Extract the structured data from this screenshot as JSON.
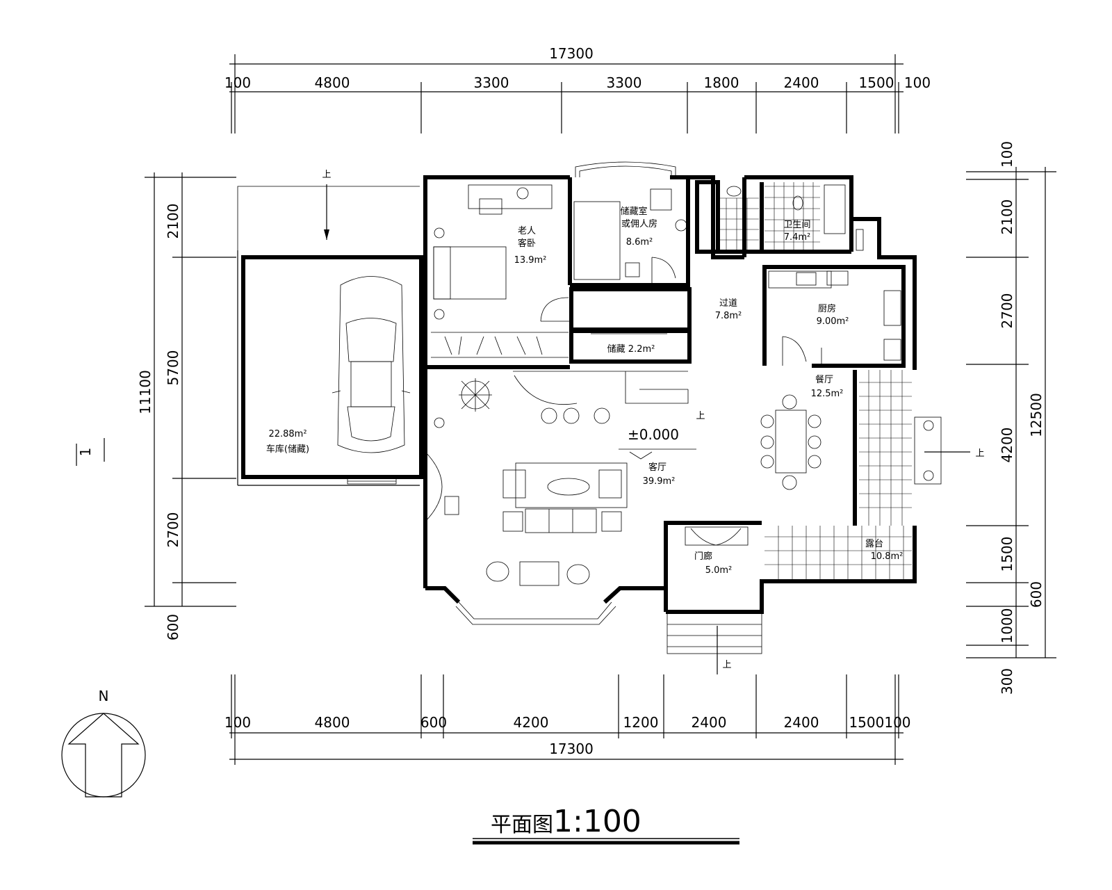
{
  "dimensions": {
    "top_total": "17300",
    "top_segments": [
      "100",
      "4800",
      "3300",
      "3300",
      "1800",
      "2400",
      "1500",
      "100"
    ],
    "bottom_total": "17300",
    "bottom_segments": [
      "100",
      "4800",
      "600",
      "4200",
      "1200",
      "2400",
      "2400",
      "1500100"
    ],
    "left_total": "11100",
    "left_segments": [
      "2100",
      "5700",
      "2700",
      "600"
    ],
    "right_total": "12500",
    "right_segments": [
      "100",
      "2100",
      "2700",
      "4200",
      "1500",
      "1000",
      "300",
      "600"
    ]
  },
  "rooms": {
    "elder_bedroom": {
      "name1": "老人",
      "name2": "客卧",
      "area": "13.9m²"
    },
    "storage_room": {
      "name1": "储藏室",
      "name2": "或佣人房",
      "area": "8.6m²"
    },
    "bathroom": {
      "name": "卫生间",
      "area": "7.4m²"
    },
    "corridor": {
      "name": "过道",
      "area": "7.8m²"
    },
    "kitchen": {
      "name": "厨房",
      "area": "9.00m²"
    },
    "storage_small": {
      "name": "储藏",
      "area": "2.2m²"
    },
    "garage": {
      "area": "22.88m²",
      "name": "车库(储藏)"
    },
    "living": {
      "name": "客厅",
      "area": "39.9m²"
    },
    "dining": {
      "name": "餐厅",
      "area": "12.5m²"
    },
    "porch": {
      "name": "门廊",
      "area": "5.0m²"
    },
    "terrace": {
      "name": "露台",
      "area": "10.8m²"
    }
  },
  "annotations": {
    "elevation": "±0.000",
    "up": "上",
    "north": "N",
    "section_mark": "1"
  },
  "title": {
    "main": "平面图",
    "scale": "1:100"
  }
}
